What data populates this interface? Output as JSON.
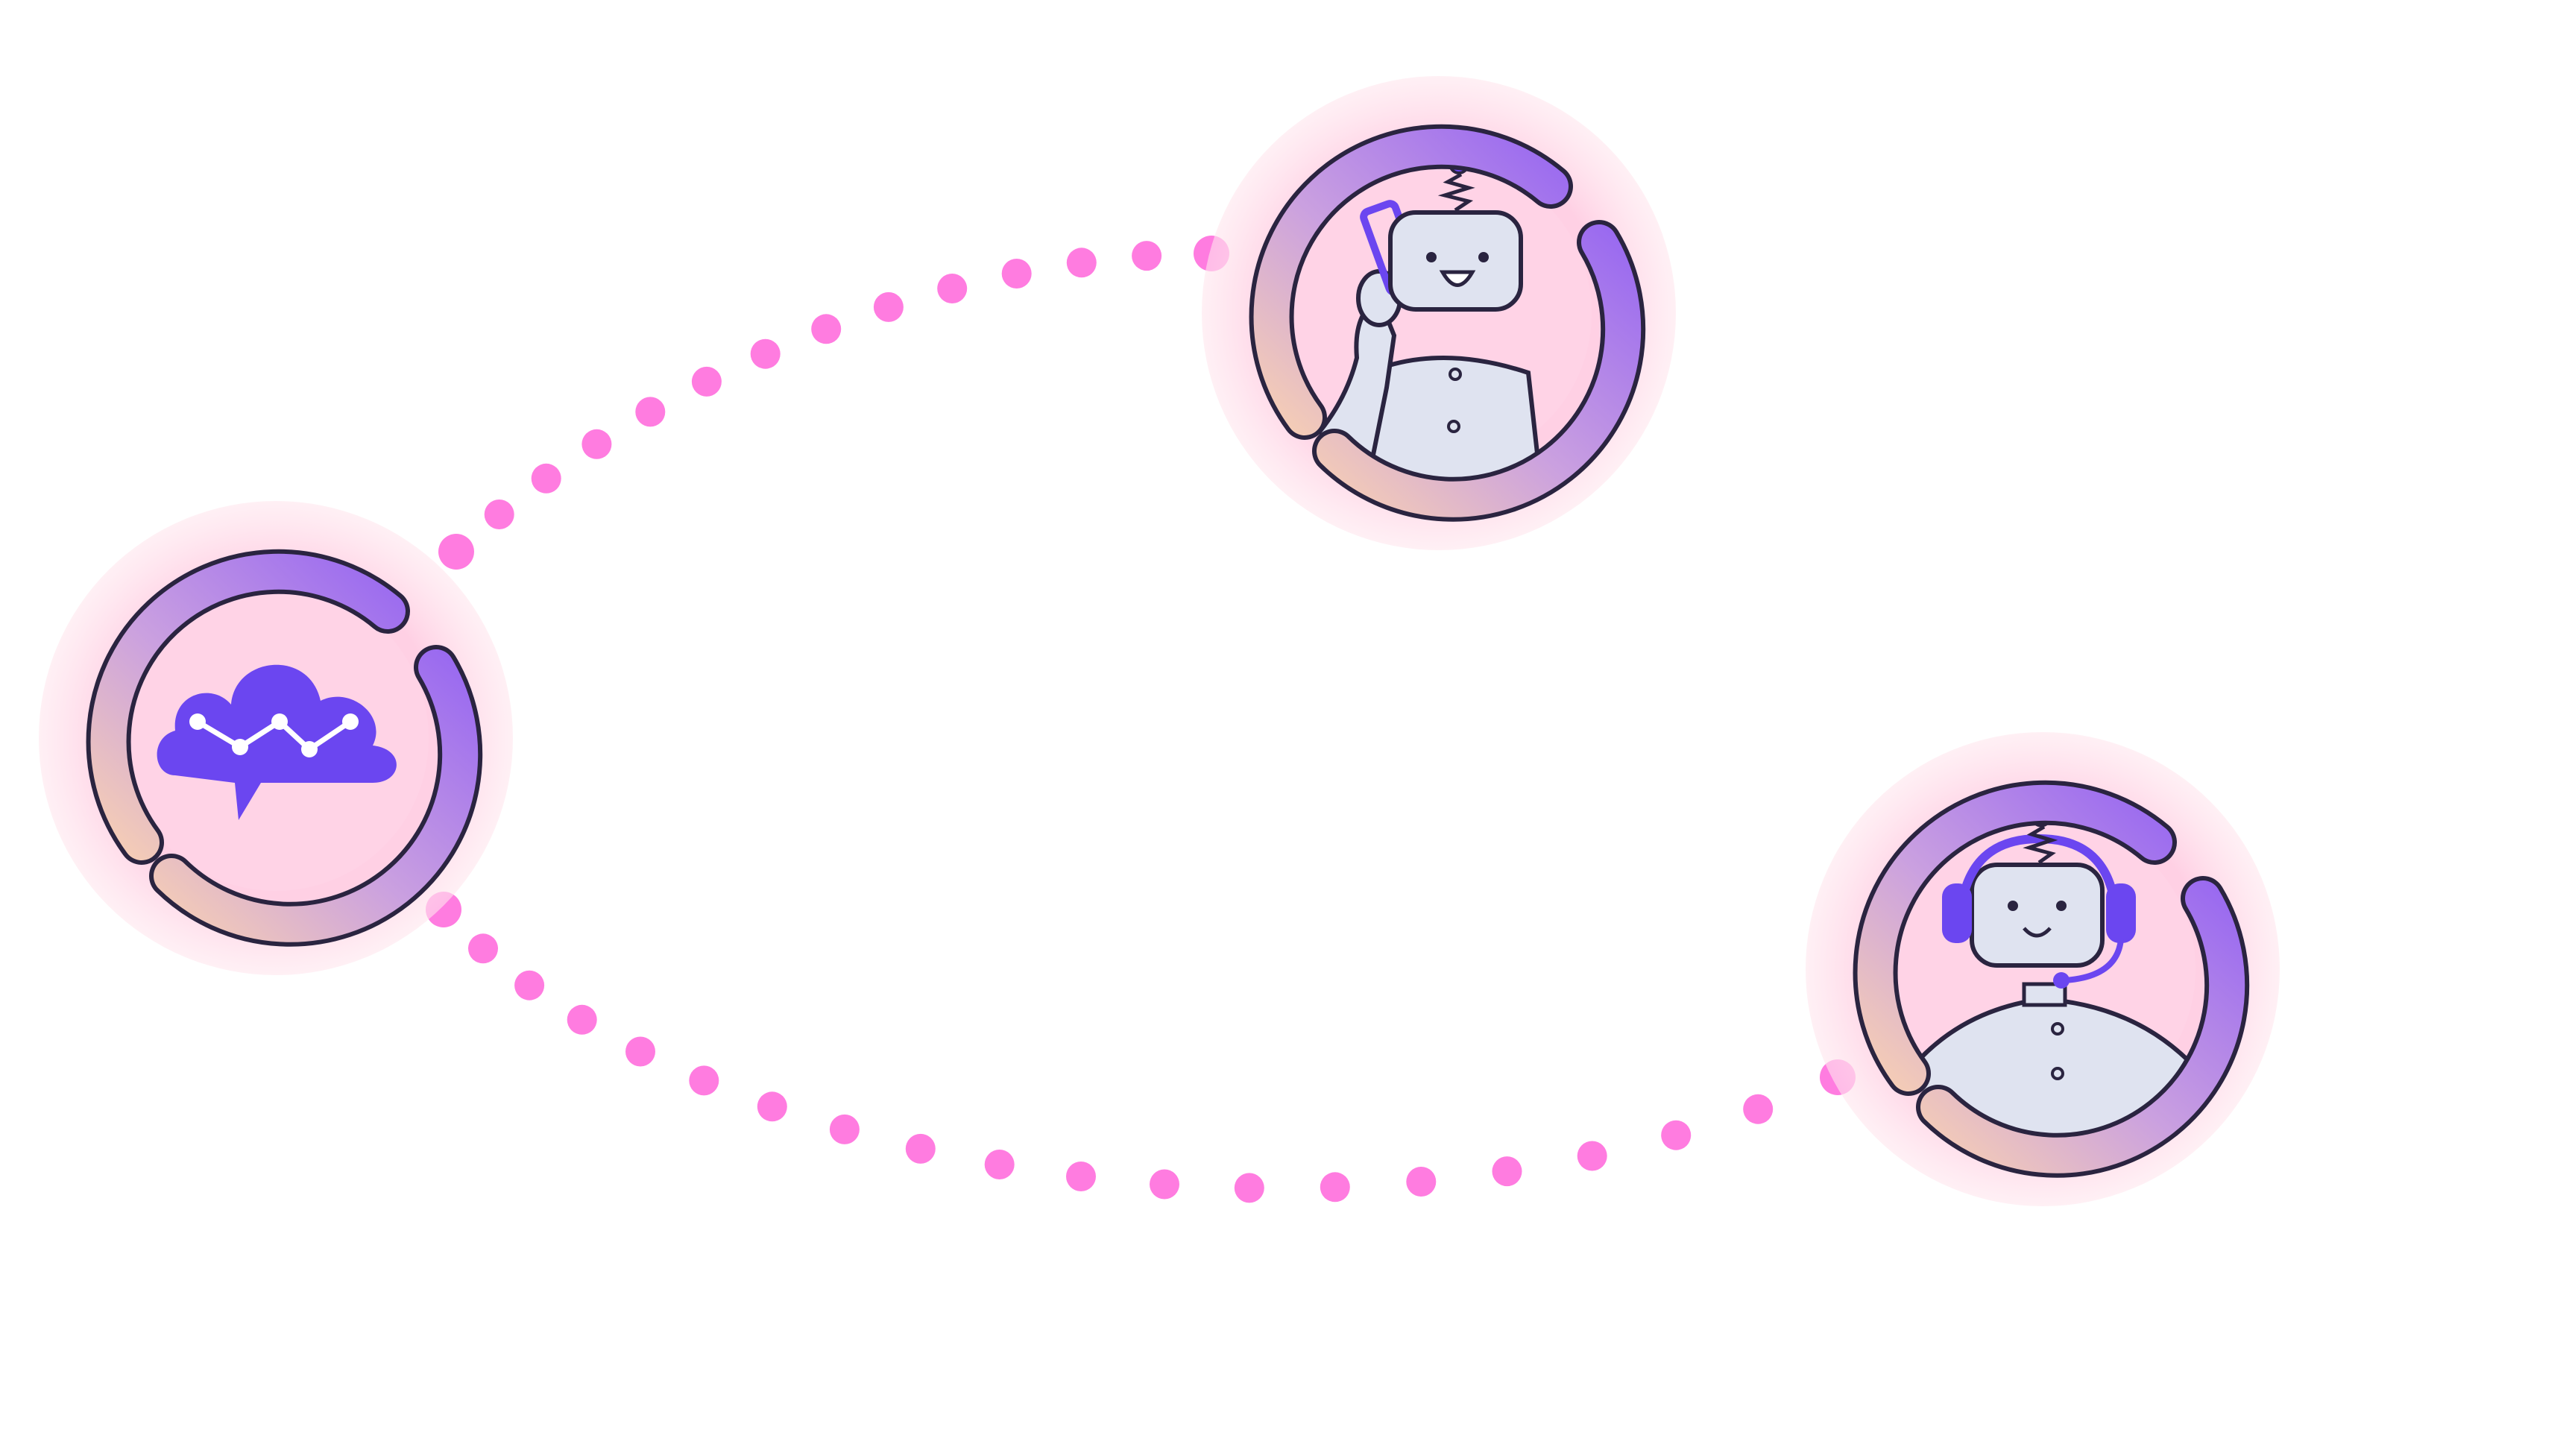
{
  "colors": {
    "background": "#ffffff",
    "connector_dots": "#ff7ce0",
    "ring_purple": "#9a6af0",
    "ring_peach": "#f2c8b8",
    "halo_pink": "#ffd2e6",
    "outline": "#2a2440",
    "robot_body": "#dfe3f0",
    "accent_violet": "#6b46f0"
  },
  "nodes": [
    {
      "id": "cloud-analytics",
      "icon": "cloud-chart-icon"
    },
    {
      "id": "robot-phone",
      "icon": "robot-phone-icon"
    },
    {
      "id": "robot-headset",
      "icon": "robot-headset-icon"
    }
  ],
  "connections": [
    {
      "from": "cloud-analytics",
      "to": "robot-phone",
      "style": "dotted"
    },
    {
      "from": "cloud-analytics",
      "to": "robot-headset",
      "style": "dotted"
    }
  ]
}
